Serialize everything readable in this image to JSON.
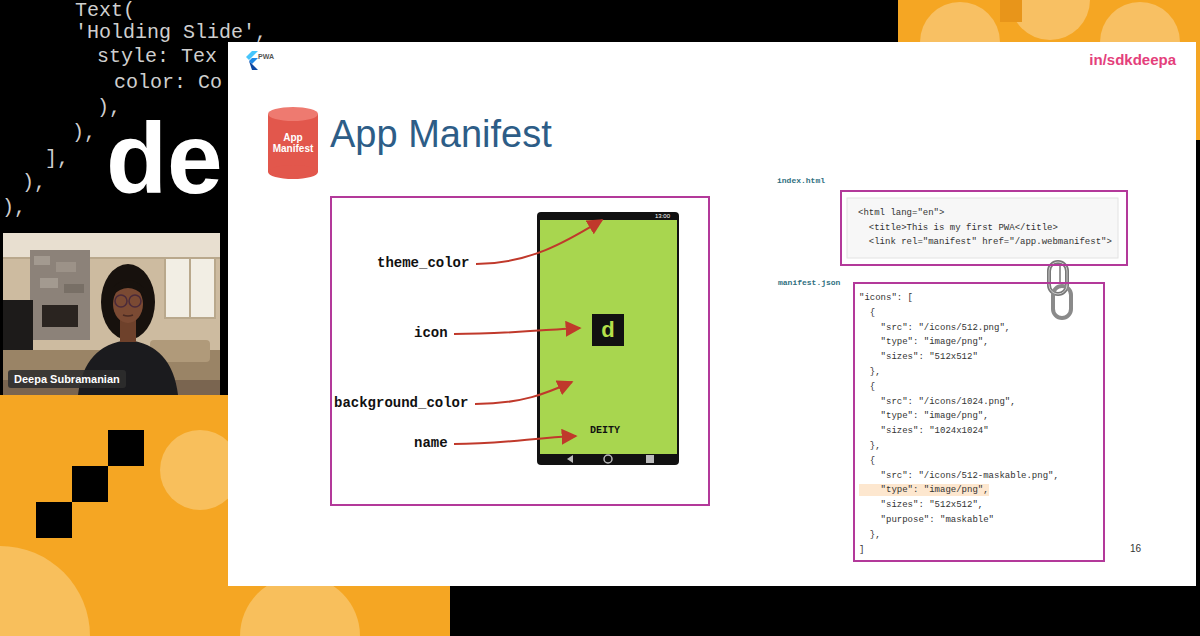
{
  "diagram": {
    "nodes": [
      {
        "text": [
          "PWA",
          "in/sdkdeepa",
          "App Manifest",
          "16"
        ]
      },
      {
        "text": [
          "App Manifest"
        ],
        "in": 0
      },
      {
        "text": [
          "theme_color",
          "icon",
          "background_color",
          "name"
        ],
        "in": 0
      },
      {
        "text": [
          "13:00",
          "DEITY"
        ],
        "in": 2
      },
      {
        "text": [
          "d"
        ],
        "in": 3
      },
      {
        "text": [
          "index.html",
          "<html lang=\"en\">",
          "  <title>This is my first PWA</title>",
          "  <link rel=\"manifest\" href=\"/app.webmanifest\">"
        ],
        "in": 0
      },
      {
        "text": [
          "manifest.json",
          "\"icons\": [",
          "  {",
          "    \"src\": \"/icons/512.png\",",
          "    \"type\": \"image/png\",",
          "    \"sizes\": \"512x512\"",
          "  },",
          "  {",
          "    \"src\": \"/icons/1024.png\",",
          "    \"type\": \"image/png\",",
          "    \"sizes\": \"1024x1024\"",
          "  },",
          "  {",
          "    \"src\": \"/icons/512-maskable.png\",",
          "    \"type\": \"image/png\",",
          "    \"sizes\": \"512x512\",",
          "    \"purpose\": \"maskable\"",
          "  },",
          "]"
        ],
        "in": 0
      },
      {
        "text": [
          "Deepa Subramanian"
        ]
      }
    ],
    "edges": [
      {
        "from": 5,
        "to": 6,
        "arrow": "none"
      }
    ],
    "labels": [
      "Text(",
      "'Holding Slide',",
      "style: Tex",
      "color: Co",
      "),",
      "),",
      "],",
      "),",
      "),",
      "de"
    ]
  }
}
